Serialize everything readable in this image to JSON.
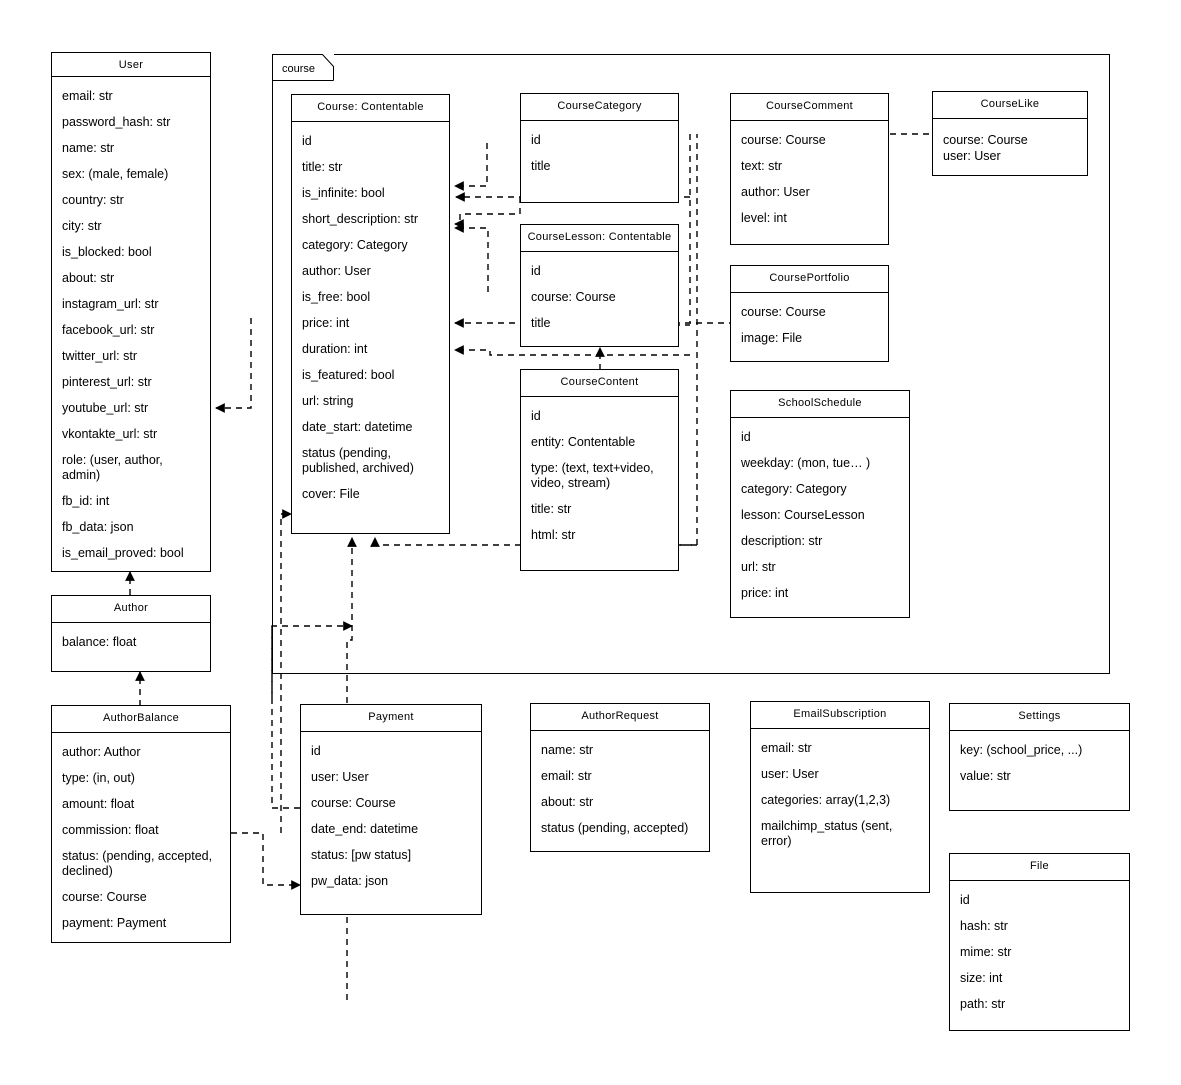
{
  "diagram": {
    "package": {
      "label": "course"
    },
    "classes": [
      {
        "id": "user",
        "name": "User",
        "attrs": [
          "email: str",
          "password_hash: str",
          "name: str",
          "sex: (male, female)",
          "country: str",
          "city: str",
          "is_blocked: bool",
          "about: str",
          "instagram_url: str",
          "facebook_url: str",
          "twitter_url: str",
          "pinterest_url: str",
          "youtube_url: str",
          "vkontakte_url: str",
          "role: (user, author, admin)",
          "fb_id: int",
          "fb_data: json",
          "is_email_proved: bool"
        ]
      },
      {
        "id": "author",
        "name": "Author",
        "attrs": [
          "balance: float"
        ]
      },
      {
        "id": "author-balance",
        "name": "AuthorBalance",
        "attrs": [
          "author: Author",
          "type: (in, out)",
          "amount: float",
          "commission: float",
          "status: (pending, accepted, declined)",
          "course: Course",
          "payment: Payment"
        ]
      },
      {
        "id": "course",
        "name": "Course: Contentable",
        "attrs": [
          "id",
          "title: str",
          "is_infinite: bool",
          "short_description: str",
          "category: Category",
          "author: User",
          "is_free: bool",
          "price: int",
          "duration: int",
          "is_featured: bool",
          "url: string",
          "date_start: datetime",
          "status (pending, published, archived)",
          "cover: File"
        ]
      },
      {
        "id": "course-category",
        "name": "CourseCategory",
        "attrs": [
          "id",
          "title"
        ]
      },
      {
        "id": "course-lesson",
        "name": "CourseLesson: Contentable",
        "attrs": [
          "id",
          "course: Course",
          "title"
        ]
      },
      {
        "id": "course-content",
        "name": "CourseContent",
        "attrs": [
          "id",
          "entity: Contentable",
          "type: (text, text+video, video, stream)",
          "title: str",
          "html: str"
        ]
      },
      {
        "id": "course-comment",
        "name": "CourseComment",
        "attrs": [
          "course: Course",
          "text: str",
          "author: User",
          "level: int"
        ]
      },
      {
        "id": "course-portfolio",
        "name": "CoursePortfolio",
        "attrs": [
          "course: Course",
          "image: File"
        ]
      },
      {
        "id": "course-like",
        "name": "CourseLike",
        "attrs": [
          "course: Course",
          "user: User"
        ]
      },
      {
        "id": "school-schedule",
        "name": "SchoolSchedule",
        "attrs": [
          "id",
          "weekday: (mon, tue… )",
          "category: Category",
          "lesson: CourseLesson",
          "description: str",
          "url: str",
          "price: int"
        ]
      },
      {
        "id": "payment",
        "name": "Payment",
        "attrs": [
          "id",
          "user: User",
          "course: Course",
          "date_end: datetime",
          "status: [pw status]",
          "pw_data: json"
        ]
      },
      {
        "id": "author-request",
        "name": "AuthorRequest",
        "attrs": [
          "name: str",
          "email: str",
          "about: str",
          "status (pending, accepted)"
        ]
      },
      {
        "id": "email-subscription",
        "name": "EmailSubscription",
        "attrs": [
          "email: str",
          "user: User",
          "categories: array(1,2,3)",
          "mailchimp_status (sent, error)"
        ]
      },
      {
        "id": "settings",
        "name": "Settings",
        "attrs": [
          "key: (school_price, ...)",
          "value: str"
        ]
      },
      {
        "id": "file",
        "name": "File",
        "attrs": [
          "id",
          "hash: str",
          "mime: str",
          "size: int",
          "path: str"
        ]
      }
    ],
    "colors": {
      "stroke": "#000000",
      "fill": "#ffffff",
      "text": "#000000"
    }
  }
}
